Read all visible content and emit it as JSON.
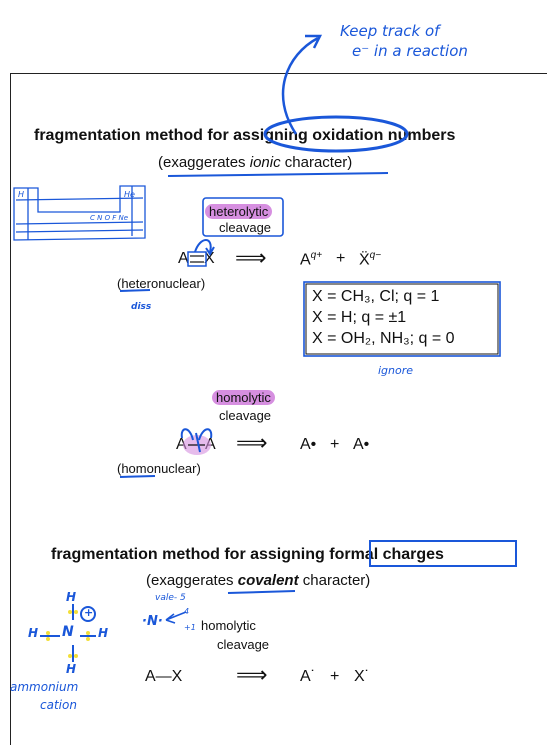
{
  "annotations": {
    "top_note_line1": "Keep track of",
    "top_note_line2": "e⁻ in a reaction",
    "ignore": "ignore",
    "vale": "vale- 5",
    "four": "4",
    "plus_one": "+1",
    "ammonium_line1": "ammonium",
    "ammonium_line2": "cation",
    "ammonium_h": "H",
    "ammonium_n": "N",
    "ammonium_plus": "+",
    "pt_h": "H",
    "pt_he": "He",
    "pt_elements": "C N O F Ne",
    "diss": "diss"
  },
  "section1": {
    "title_pre": "fragmentation method for ",
    "title_boxed": "assigning oxidation",
    "title_post": " numbers",
    "subtitle_pre": "(exaggerates ",
    "subtitle_em": "ionic",
    "subtitle_post": " character)",
    "heterolytic_label": "heterolytic",
    "cleavage_label": "cleavage",
    "reactant_left": "A",
    "reactant_right": "X",
    "arrow": "⟹",
    "product_a": "A",
    "product_a_sup": "q+",
    "plus": "+",
    "product_x": "Ẍ",
    "product_x_sup": "q−",
    "heteronuclear": "(heteronuclear)",
    "box_row1": "X  =  CH₃, Cl; q = 1",
    "box_row2": "X  =  H; q = ±1",
    "box_row3": "X  =  OH₂, NH₃; q = 0"
  },
  "homolytic1": {
    "homolytic_label": "homolytic",
    "cleavage_label": "cleavage",
    "reactant_left": "A",
    "reactant_right": "A",
    "arrow": "⟹",
    "product1": "A•",
    "plus": "+",
    "product2": "A•",
    "homonuclear": "(homonuclear)"
  },
  "section2": {
    "title_pre": "fragmentation method for assigning ",
    "title_boxed": "formal charges",
    "subtitle_pre": "(exaggerates ",
    "subtitle_em": "covalent",
    "subtitle_post": " character)",
    "homolytic_label": "homolytic",
    "cleavage_label": "cleavage",
    "reactant": "A—X",
    "arrow": "⟹",
    "product1": "A˙",
    "plus": "+",
    "product2": "X˙",
    "n_radical": "·N·"
  },
  "colors": {
    "ink": "#1a57d9",
    "highlight": "#d68fe0",
    "frame": "#222222",
    "ammonium_dots": "#f2df3a"
  }
}
